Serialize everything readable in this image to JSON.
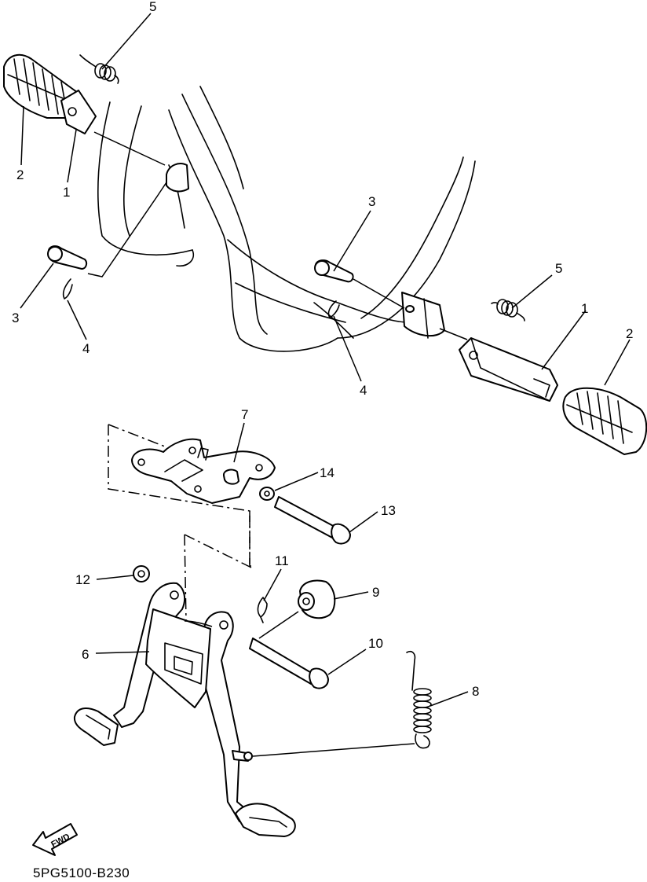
{
  "diagram": {
    "drawing_code": "5PG5100-B230",
    "fwd_label": "FWD",
    "callouts": [
      {
        "id": "c-5a",
        "text": "5"
      },
      {
        "id": "c-2a",
        "text": "2"
      },
      {
        "id": "c-1a",
        "text": "1"
      },
      {
        "id": "c-3a",
        "text": "3"
      },
      {
        "id": "c-4a",
        "text": "4"
      },
      {
        "id": "c-3b",
        "text": "3"
      },
      {
        "id": "c-4b",
        "text": "4"
      },
      {
        "id": "c-5b",
        "text": "5"
      },
      {
        "id": "c-1b",
        "text": "1"
      },
      {
        "id": "c-2b",
        "text": "2"
      },
      {
        "id": "c-7",
        "text": "7"
      },
      {
        "id": "c-14",
        "text": "14"
      },
      {
        "id": "c-13",
        "text": "13"
      },
      {
        "id": "c-12",
        "text": "12"
      },
      {
        "id": "c-11",
        "text": "11"
      },
      {
        "id": "c-9",
        "text": "9"
      },
      {
        "id": "c-6",
        "text": "6"
      },
      {
        "id": "c-10",
        "text": "10"
      },
      {
        "id": "c-8",
        "text": "8"
      }
    ]
  }
}
